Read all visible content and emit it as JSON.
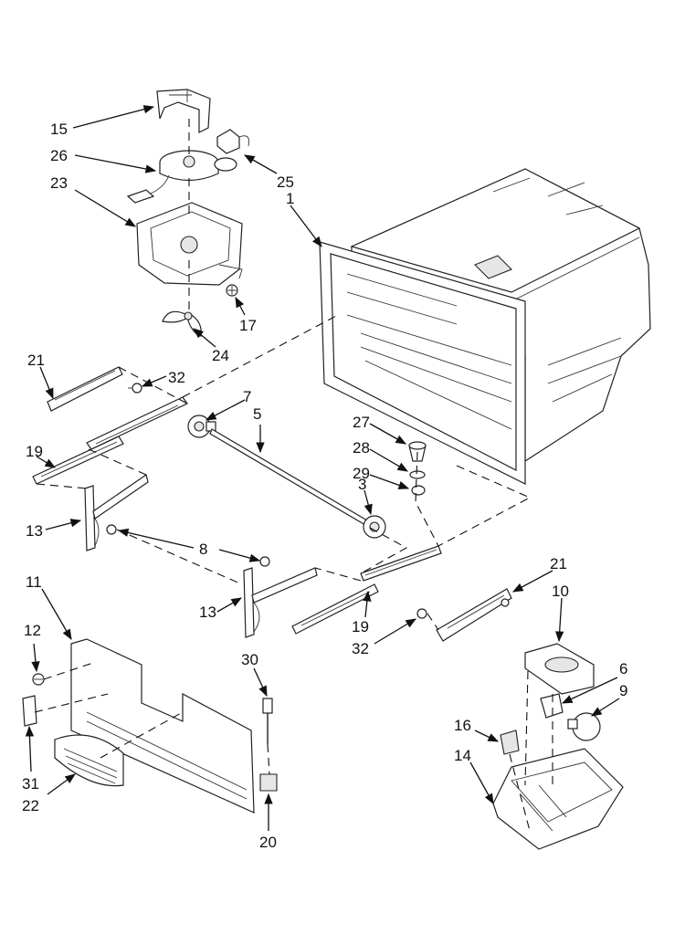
{
  "diagram": {
    "labels": [
      {
        "id": "l15a",
        "text": "15"
      },
      {
        "id": "l26",
        "text": "26"
      },
      {
        "id": "l23",
        "text": "23"
      },
      {
        "id": "l25",
        "text": "25"
      },
      {
        "id": "l1",
        "text": "1"
      },
      {
        "id": "l17",
        "text": "17"
      },
      {
        "id": "l24",
        "text": "24"
      },
      {
        "id": "l21a",
        "text": "21"
      },
      {
        "id": "l32a",
        "text": "32"
      },
      {
        "id": "l7",
        "text": "7"
      },
      {
        "id": "l5",
        "text": "5"
      },
      {
        "id": "l19a",
        "text": "19"
      },
      {
        "id": "l27",
        "text": "27"
      },
      {
        "id": "l28",
        "text": "28"
      },
      {
        "id": "l29",
        "text": "29"
      },
      {
        "id": "l3",
        "text": "3"
      },
      {
        "id": "l13a",
        "text": "13"
      },
      {
        "id": "l8",
        "text": "8"
      },
      {
        "id": "l11",
        "text": "11"
      },
      {
        "id": "l13b",
        "text": "13"
      },
      {
        "id": "l21b",
        "text": "21"
      },
      {
        "id": "l10",
        "text": "10"
      },
      {
        "id": "l19b",
        "text": "19"
      },
      {
        "id": "l32b",
        "text": "32"
      },
      {
        "id": "l12",
        "text": "12"
      },
      {
        "id": "l30",
        "text": "30"
      },
      {
        "id": "l6",
        "text": "6"
      },
      {
        "id": "l9",
        "text": "9"
      },
      {
        "id": "l16",
        "text": "16"
      },
      {
        "id": "l14",
        "text": "14"
      },
      {
        "id": "l31",
        "text": "31"
      },
      {
        "id": "l22",
        "text": "22"
      },
      {
        "id": "l20",
        "text": "20"
      }
    ]
  }
}
